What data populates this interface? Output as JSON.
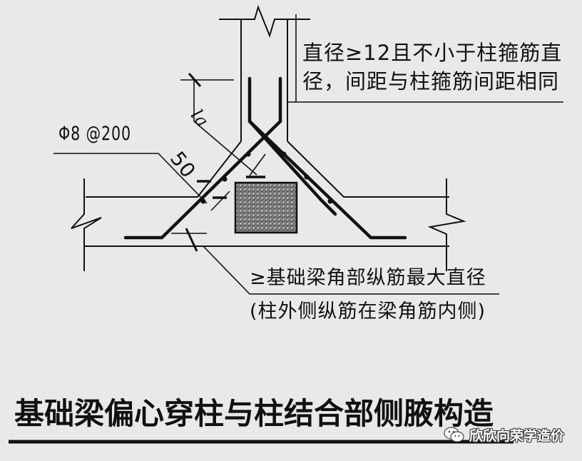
{
  "diagram": {
    "title": "基础梁偏心穿柱与柱结合部侧腋构造",
    "annotations": {
      "top_note_line1": "直径≥12且不小于柱箍筋直",
      "top_note_line2": "径，间距与柱箍筋间距相同",
      "bottom_note_line1": "≥基础梁角部纵筋最大直径",
      "bottom_note_line2": "(柱外侧纵筋在梁角筋内侧)",
      "stirrup_spec": "Φ8 @200",
      "dimension_50": "50",
      "dimension_la": "la"
    },
    "elements": {
      "column": "column-section (vertical, with break line at top)",
      "beam": "foundation-beam (horizontal, break lines at both ends)",
      "haunch": "side-haunch (triangular, 45°)",
      "column_core": "hatched column section (filled square)"
    },
    "colors": {
      "background": "#e9e9e9",
      "line": "#111111",
      "hatch": "#555555"
    }
  },
  "watermark": {
    "icon": "wechat-icon",
    "text": "欣欣向荣学造价"
  }
}
